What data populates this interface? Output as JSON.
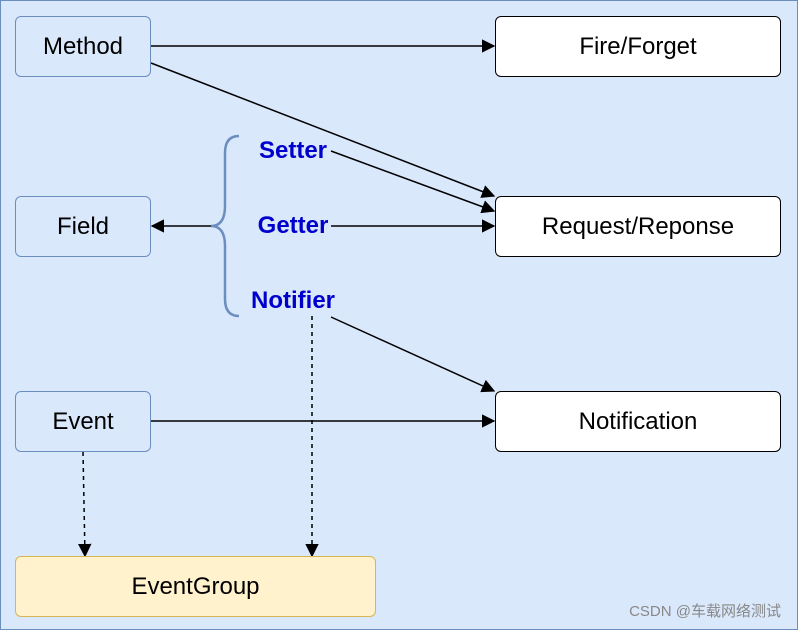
{
  "nodes": {
    "method": "Method",
    "field": "Field",
    "event": "Event",
    "event_group": "EventGroup",
    "fire_forget": "Fire/Forget",
    "request_response": "Request/Reponse",
    "notification": "Notification"
  },
  "field_members": {
    "setter": "Setter",
    "getter": "Getter",
    "notifier": "Notifier"
  },
  "watermark": "CSDN @车载网络测试",
  "colors": {
    "background": "#dae8fc",
    "blue_border": "#6c8ebf",
    "yellow_fill": "#fff2cc",
    "yellow_border": "#d6b656",
    "label_blue": "#0000cc"
  }
}
